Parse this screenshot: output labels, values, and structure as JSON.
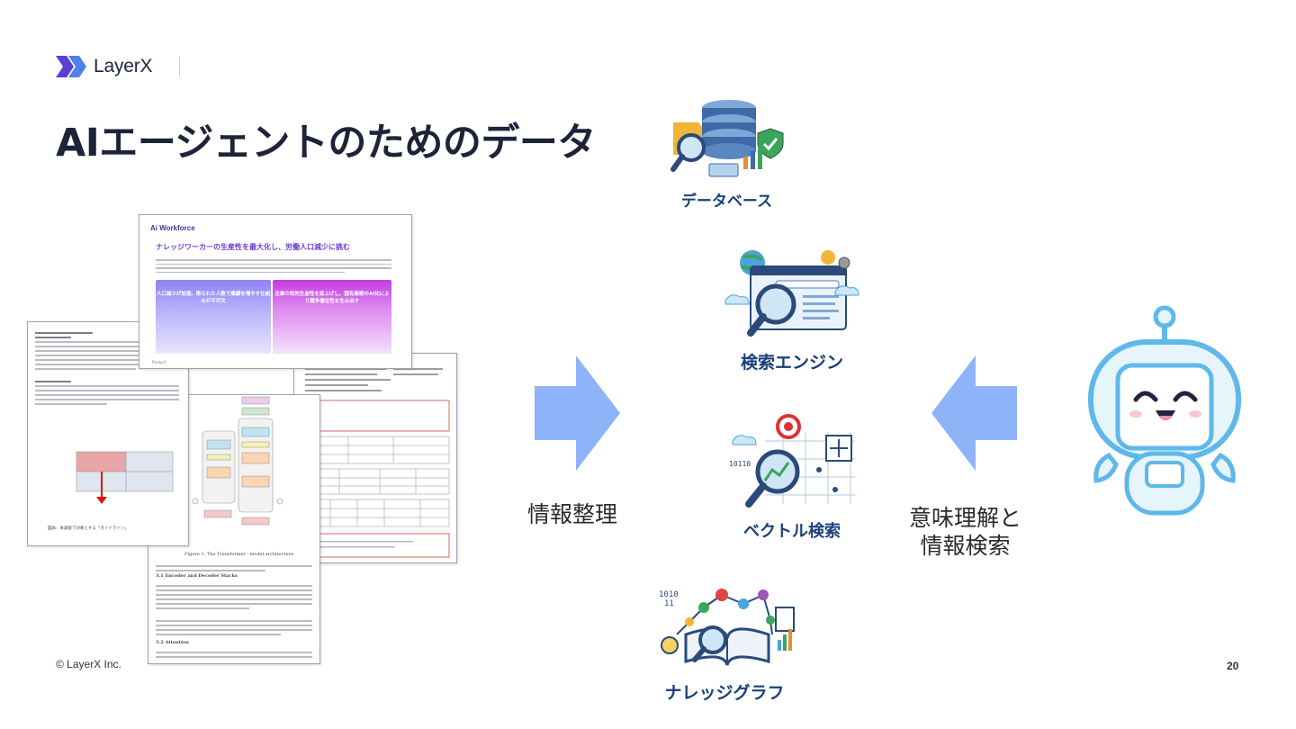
{
  "header": {
    "brand_name": "LayerX",
    "title": "AIエージェントのためのデータ"
  },
  "documents": {
    "ai_workforce": {
      "brand": "Ai Workforce",
      "headline": "ナレッジワーカーの生産性を最大化し、労働人口減少に挑む",
      "panel_left": "人口減少が加速。限られた人数で業績を増やす仕組みが不可欠",
      "panel_right": "企業の知的生産性を底上げし、国有業務のAI化により競争優位性を生み出す",
      "footer": "Product"
    },
    "japanese_doc": {
      "caption": "図表：本調査で対象とする「ガイドライン」"
    },
    "transformer": {
      "caption": "Figure 1: The Transformer - model architecture.",
      "section_1": "3.1  Encoder and Decoder Stacks",
      "section_2": "3.2  Attention"
    }
  },
  "labels": {
    "organize": "情報整理",
    "understand_line1": "意味理解と",
    "understand_line2": "情報検索"
  },
  "icons": {
    "database": "データベース",
    "search_engine": "検索エンジン",
    "vector_search": "ベクトル検索",
    "knowledge_graph": "ナレッジグラフ"
  },
  "colors": {
    "arrow": "#8fb3f8",
    "title": "#1d2338",
    "icon_label": "#1a3f7a",
    "robot_outline": "#5fb8ea"
  },
  "footer": {
    "copyright": "© LayerX Inc.",
    "page_number": "20"
  }
}
